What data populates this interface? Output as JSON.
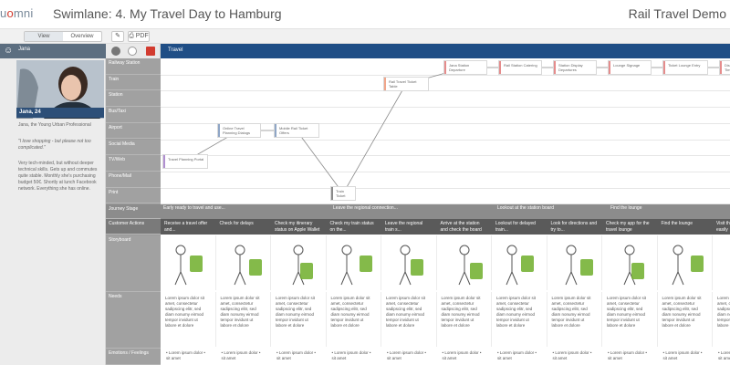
{
  "app": {
    "logo_prefix": "u",
    "logo_accent": "o",
    "logo_suffix": "mni",
    "doc_title": "Swimlane: 4. My Travel Day to Hamburg",
    "project_title": "Rail Travel Demo"
  },
  "toolbar": {
    "view_left": "View",
    "view_right": "Overview",
    "edit_label": "✎",
    "print_label": "⎙ PDF"
  },
  "persona": {
    "header_label": "Jana",
    "name": "Jana, 24",
    "role": "Jana, the Young Urban Professional",
    "quote": "\"I love shopping - but please not too complicated.\"",
    "bio": "Very tech-minded, but without deeper technical skills. Gets up and commutes quite stable. Monthly she's purchasing budget 50€. Shortly at lunch Facebook network. Everything she has online."
  },
  "lanes": {
    "header": "Travel",
    "rows": [
      "Railway Station",
      "Train",
      "Station",
      "Bus/Taxi",
      "Airport",
      "Social Media",
      "TV/Web",
      "Phone/Mail",
      "Print"
    ],
    "stages_label": "Journey Stage",
    "steps_label": "Customer Actions",
    "sketch_label": "Storyboard",
    "notes_label": "Needs",
    "bullets_label": "Emotions / Feelings"
  },
  "touchpoints": [
    {
      "id": "tp1",
      "label": "Travel Planning Portal",
      "color": "#b08fd0"
    },
    {
      "id": "tp2",
      "label": "Online Travel Planning Dialogs",
      "color": "#8fa6c6"
    },
    {
      "id": "tp3",
      "label": "Mobile Rail Ticket Offers",
      "color": "#8fa6c6"
    },
    {
      "id": "tp4",
      "label": "Train Ticket",
      "color": "#8a8a8a"
    },
    {
      "id": "tp5",
      "label": "Rail Travel Ticket Table",
      "color": "#f0a58a"
    },
    {
      "id": "tp6",
      "label": "Jana Station Departure",
      "color": "#e58c8c"
    },
    {
      "id": "tp7",
      "label": "Rail Station Catering",
      "color": "#e58c8c"
    },
    {
      "id": "tp8",
      "label": "Station Display Departures",
      "color": "#e58c8c"
    },
    {
      "id": "tp9",
      "label": "Lounge Signage",
      "color": "#e58c8c"
    },
    {
      "id": "tp10",
      "label": "Ticket Lounge Entry",
      "color": "#e58c8c"
    },
    {
      "id": "tp11",
      "label": "Display Times",
      "color": "#e58c8c"
    }
  ],
  "stages": [
    {
      "label": "Early ready to travel and use..."
    },
    {
      "label": "Leave the regional connection..."
    },
    {
      "label": "Lookout at the station board"
    },
    {
      "label": "Find the lounge"
    }
  ],
  "steps": [
    {
      "label": "Receive a travel offer and..."
    },
    {
      "label": "Check for delays"
    },
    {
      "label": "Check my itinerary status on Apple Wallet"
    },
    {
      "label": "Check my train status on the..."
    },
    {
      "label": "Leave the regional train s..."
    },
    {
      "label": "Arrive at the station and check the board"
    },
    {
      "label": "Lookout for delayed train..."
    },
    {
      "label": "Look for directions and try to..."
    },
    {
      "label": "Check my app for the travel lounge"
    },
    {
      "label": "Find the lounge"
    },
    {
      "label": "Visit the travel lounge easily"
    }
  ],
  "note_text": "Lorem ipsum dolor sit amet, consectetur sadipscing elitr, sed diam nonumy eirmod tempor invidunt ut labore et dolore",
  "bullet_text": "• Lorem ipsum dolor • sit amet",
  "colors": {
    "accent": "#1f4e86",
    "persona": "#2d4f78",
    "stage": "#8c8c8c",
    "step": "#5a5a5a",
    "sketch_green": "#6fae2a"
  }
}
